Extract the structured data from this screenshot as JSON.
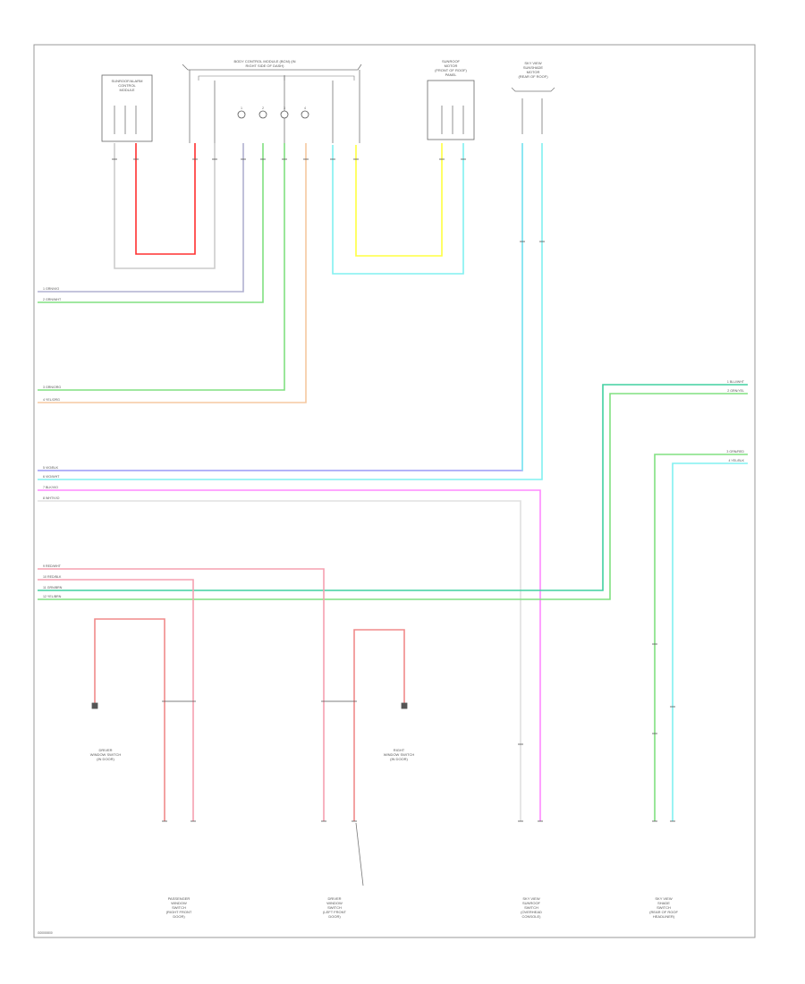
{
  "diagram": {
    "footer_code": "G00000000",
    "top_components": {
      "left_module": [
        "SUNROOF/ALARM",
        "CONTROL",
        "MODULE"
      ],
      "center_header": [
        "BODY CONTROL MODULE (BCM) (IN",
        "RIGHT SIDE OF DASH)"
      ],
      "center_connector_pins": [
        "1",
        "2",
        "3",
        "4"
      ],
      "right_module": [
        "SUNROOF",
        "MOTOR",
        "(FRONT OF ROOF)",
        "PANEL"
      ],
      "far_right_module": [
        "SKY VIEW",
        "SUNSHADE",
        "MOTOR",
        "(REAR OF ROOF)"
      ]
    },
    "left_wire_labels": [
      "1 GRN/VIO",
      "2 GRN/WHT",
      "3 GRN/ORG",
      "4 YEL/ORG",
      "5 VIO/BLK",
      "6 VIO/WHT",
      "7 BLK/VIO",
      "8 WHT/VIO",
      "9 RED/WHT",
      "10 RED/BLK",
      "11 GRN/BRN",
      "12 YEL/BRN"
    ],
    "right_wire_labels": [
      "1 BLU/WHT",
      "2 GRN/YEL",
      "3 GRN/RED",
      "4 YEL/BLK"
    ],
    "bottom_components": {
      "left_seat_label": [
        "DRIVER",
        "WINDOW SWITCH",
        "(IN DOOR)"
      ],
      "comp_a": [
        "PASSENGER",
        "WINDOW",
        "SWITCH",
        "(RIGHT FRONT",
        "DOOR)"
      ],
      "comp_b": [
        "DRIVER",
        "WINDOW",
        "SWITCH",
        "(LEFT FRONT",
        "DOOR)"
      ],
      "comp_c": [
        "SKY VIEW",
        "SUNROOF",
        "SWITCH",
        "(OVERHEAD",
        "CONSOLE)"
      ],
      "comp_d": [
        "SKY VIEW",
        "SHADE",
        "SWITCH",
        "(REAR OF ROOF",
        "HEADLINER)"
      ],
      "right_seat_label": [
        "RIGHT",
        "WINDOW SWITCH",
        "(IN DOOR)"
      ]
    },
    "wire_colors": {
      "red": "#f08a8a",
      "bright_red": "#ff3030",
      "green": "#80e080",
      "teal": "#40d0a0",
      "cyan": "#80f0f0",
      "yellow": "#ffff60",
      "blue_violet": "#9a9af5",
      "magenta": "#ff88ff",
      "orange": "#f5c8a0",
      "gray": "#bbbbbb",
      "pink": "#f5a0b0"
    }
  }
}
